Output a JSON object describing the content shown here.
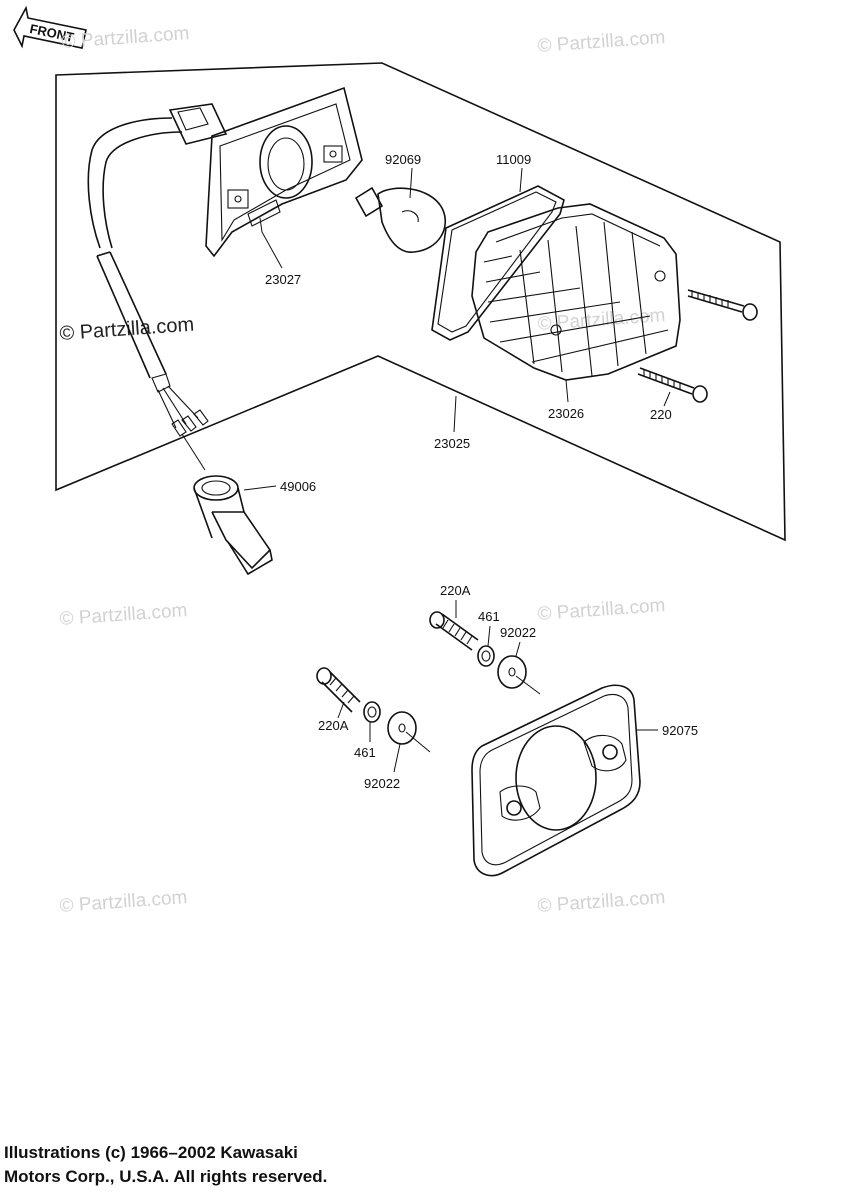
{
  "front_arrow": {
    "label": "FRONT"
  },
  "watermarks": [
    {
      "text": "© Partzilla.com"
    },
    {
      "text": "© Partzilla.com"
    },
    {
      "text": "© Partzilla.com"
    },
    {
      "text": "© Partzilla.com"
    },
    {
      "text": "© Partzilla.com"
    },
    {
      "text": "© Partzilla.com"
    },
    {
      "text": "© Partzilla.com"
    },
    {
      "text": "© Partzilla.com"
    }
  ],
  "parts": {
    "p23027": "23027",
    "p92069": "92069",
    "p11009": "11009",
    "p23026": "23026",
    "p220": "220",
    "p23025": "23025",
    "p49006": "49006",
    "p220A_upper": "220A",
    "p461_upper": "461",
    "p92022_upper": "92022",
    "p220A_lower": "220A",
    "p461_lower": "461",
    "p92022_lower": "92022",
    "p92075": "92075"
  },
  "copyright": {
    "line1": "Illustrations (c) 1966–2002 Kawasaki",
    "line2": "Motors Corp., U.S.A.  All rights reserved."
  }
}
